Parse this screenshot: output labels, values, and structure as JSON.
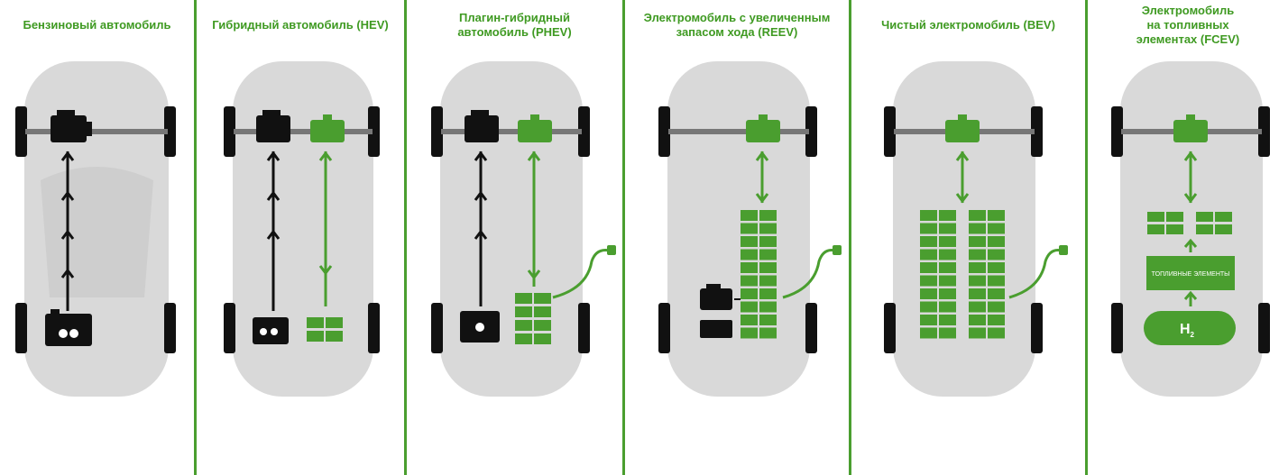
{
  "panels": [
    {
      "title": "Бензиновый автомобиль"
    },
    {
      "title": "Гибридный автомобиль (HEV)"
    },
    {
      "title": "Плагин-гибридный\nавтомобиль (PHEV)"
    },
    {
      "title": "Электромобиль с увеличенным\nзапасом хода (REEV)"
    },
    {
      "title": "Чистый электромобиль (BEV)"
    },
    {
      "title": "Электромобиль\nна топливных\nэлементах (FCEV)"
    }
  ],
  "fcev": {
    "fuel_cell_label": "ТОПЛИВНЫЕ ЭЛЕМЕНТЫ",
    "h2_label": "H",
    "h2_sub": "2"
  },
  "colors": {
    "accent": "#4a9e2f",
    "car_body": "#d9d9d9",
    "dark": "#111111"
  }
}
